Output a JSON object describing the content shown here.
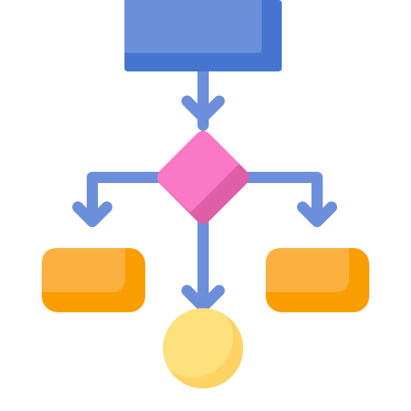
{
  "diagram": {
    "type": "flowchart-icon",
    "nodes": [
      {
        "id": "start",
        "shape": "rectangle",
        "fill": "#6a8fdb",
        "shade": "#4575cf"
      },
      {
        "id": "decision",
        "shape": "diamond",
        "fill": "#fb78c6",
        "shade": "#e05ea8"
      },
      {
        "id": "left-process",
        "shape": "rounded-rectangle",
        "fill": "#fbb040",
        "shade": "#fa9d00"
      },
      {
        "id": "right-process",
        "shape": "rounded-rectangle",
        "fill": "#fbb040",
        "shade": "#fa9d00"
      },
      {
        "id": "end",
        "shape": "circle",
        "fill": "#fee17c",
        "shade": "#fed363"
      }
    ],
    "edges": [
      {
        "from": "start",
        "to": "decision"
      },
      {
        "from": "decision",
        "to": "left-process"
      },
      {
        "from": "decision",
        "to": "right-process"
      },
      {
        "from": "decision",
        "to": "end"
      }
    ],
    "connector_color": "#6c8fdb"
  }
}
